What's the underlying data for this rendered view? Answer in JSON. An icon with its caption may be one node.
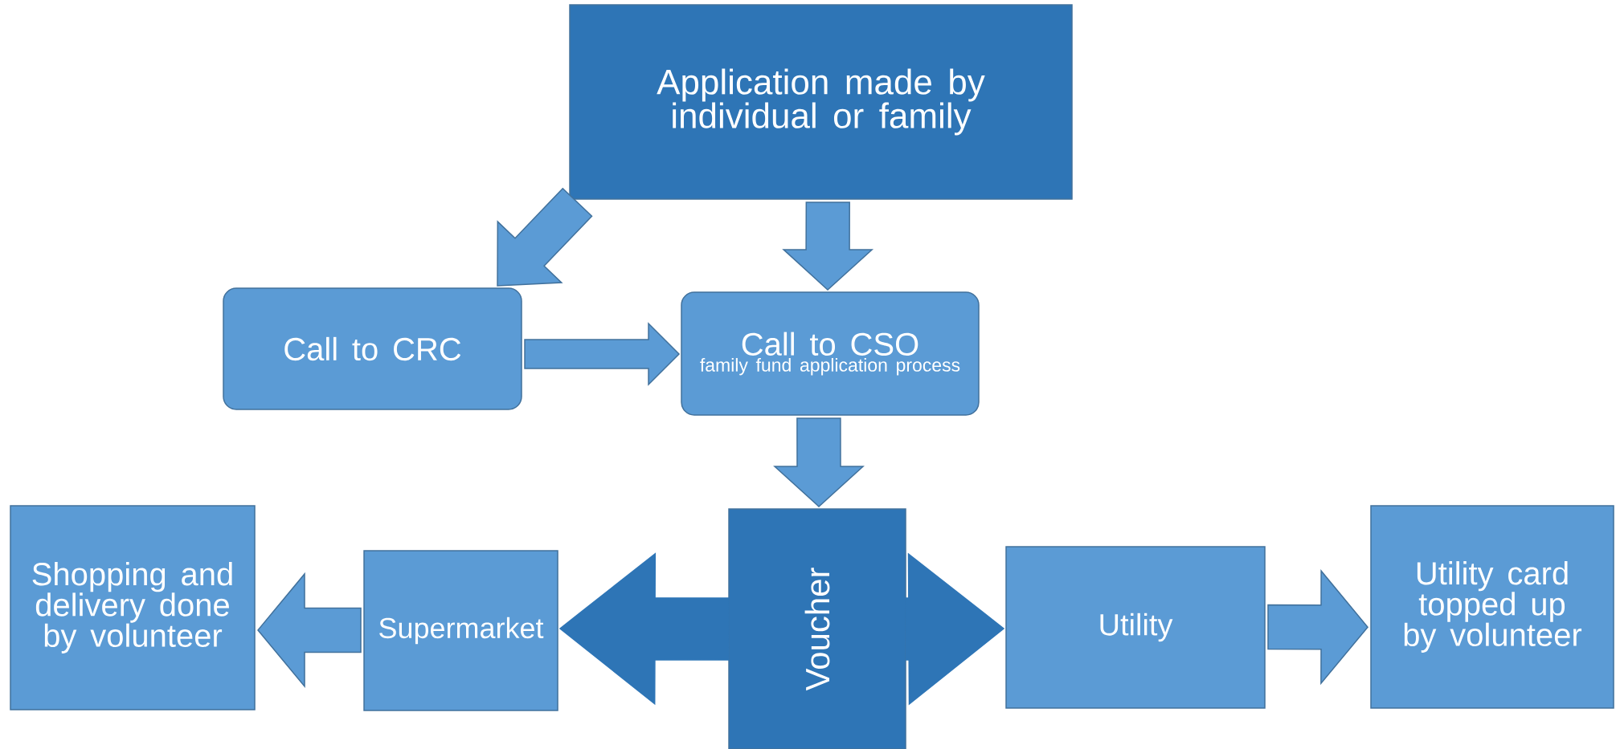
{
  "diagram": {
    "nodes": [
      {
        "text": [
          "Application made by individual or family"
        ]
      },
      {
        "text": [
          "Call to CRC"
        ]
      },
      {
        "text": [
          "Call to CSO",
          "family fund application process"
        ]
      },
      {
        "text": [
          "Voucher"
        ]
      },
      {
        "text": [
          "Shopping and delivery done by volunteer"
        ]
      },
      {
        "text": [
          "Supermarket"
        ]
      },
      {
        "text": [
          "Utility"
        ]
      },
      {
        "text": [
          "Utility card topped up by volunteer"
        ]
      }
    ],
    "edges": [
      {
        "from": 0,
        "to": 1,
        "arrow": "to"
      },
      {
        "from": 0,
        "to": 2,
        "arrow": "to"
      },
      {
        "from": 1,
        "to": 2,
        "arrow": "to"
      },
      {
        "from": 2,
        "to": 3,
        "arrow": "to"
      },
      {
        "from": 3,
        "to": 5,
        "arrow": "to",
        "color": "#2e75b6"
      },
      {
        "from": 3,
        "to": 6,
        "arrow": "to",
        "color": "#2e75b6"
      },
      {
        "from": 5,
        "to": 4,
        "arrow": "to"
      },
      {
        "from": 6,
        "to": 7,
        "arrow": "to"
      }
    ]
  }
}
